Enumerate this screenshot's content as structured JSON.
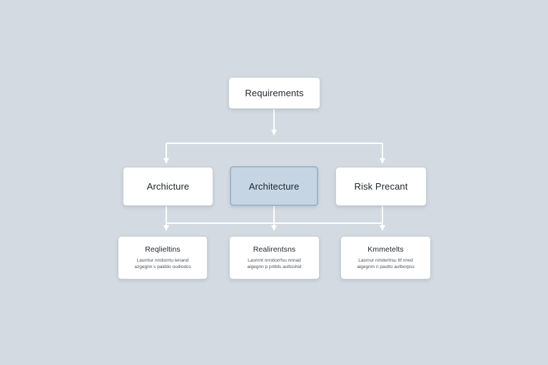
{
  "colors": {
    "background": "#d3dae2",
    "node_fill": "#ffffff",
    "node_selected_fill": "#c5d5e4",
    "connector": "#ffffff"
  },
  "root": {
    "title": "Requirements"
  },
  "middle": [
    {
      "title": "Archicture"
    },
    {
      "title": "Architecture",
      "selected": true
    },
    {
      "title": "Risk Precant"
    }
  ],
  "leaves": [
    {
      "title": "Reqlieltins",
      "desc": "Lasmtur nrotiorrtu lenand\nazgegnn s paiddo oudiodcs"
    },
    {
      "title": "Realirentsns",
      "desc": "Lasrnnt nrrstiorrfsu nnnad\naigegnn p pnltds auttoshid"
    },
    {
      "title": "Kmmetelts",
      "desc": "Lasrnur nrtotertrsu ttf nnvd\naigegnm n pautto autborpss"
    }
  ]
}
